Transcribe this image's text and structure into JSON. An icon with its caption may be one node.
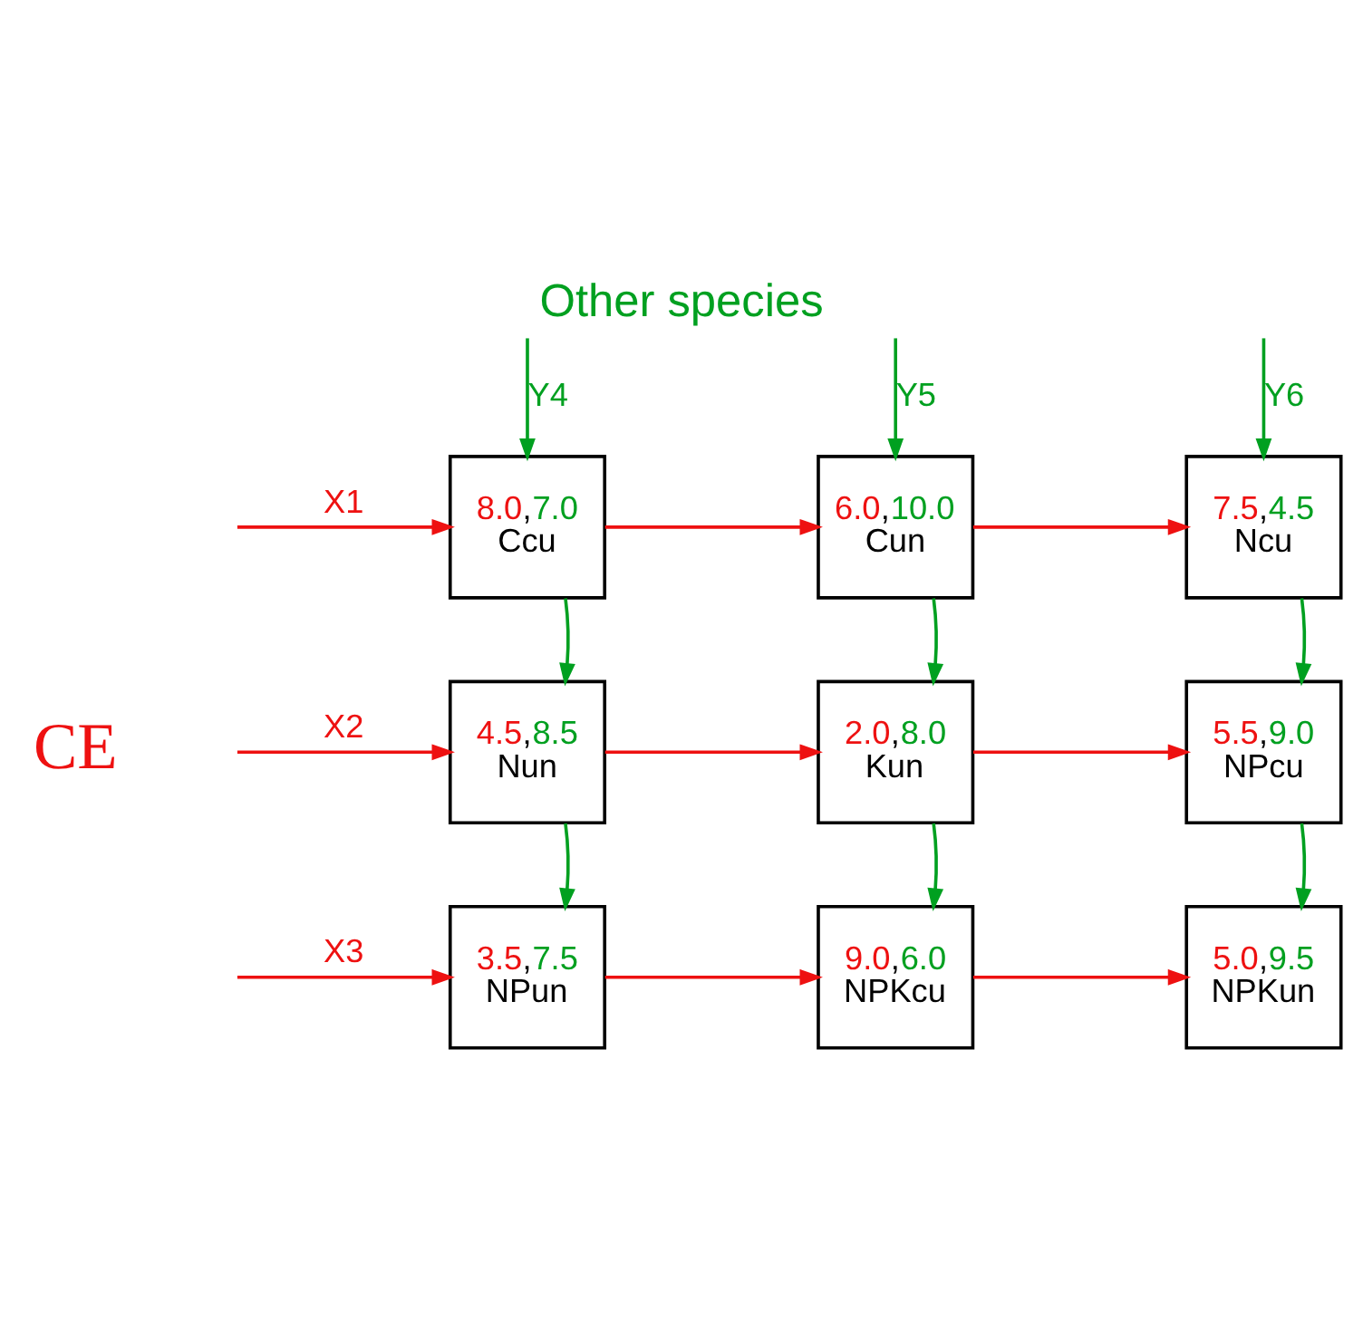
{
  "diagram": {
    "title": "Other species",
    "nodes": [
      {
        "text": [
          "8.0,7.0",
          "Ccu"
        ]
      },
      {
        "text": [
          "6.0,10.0",
          "Cun"
        ]
      },
      {
        "text": [
          "7.5,4.5",
          "Ncu"
        ]
      },
      {
        "text": [
          "4.5,8.5",
          "Nun"
        ]
      },
      {
        "text": [
          "2.0,8.0",
          "Kun"
        ]
      },
      {
        "text": [
          "5.5,9.0",
          "NPcu"
        ]
      },
      {
        "text": [
          "3.5,7.5",
          "NPun"
        ]
      },
      {
        "text": [
          "9.0,6.0",
          "NPKcu"
        ]
      },
      {
        "text": [
          "5.0,9.5",
          "NPKun"
        ]
      }
    ],
    "edges": [
      {
        "from": null,
        "to": 0,
        "arrow": "to",
        "label": "X1",
        "color": "#ee1111"
      },
      {
        "from": null,
        "to": 1,
        "arrow": "to",
        "label": "Y5",
        "color": "#00a020"
      },
      {
        "from": null,
        "to": 2,
        "arrow": "to",
        "label": "Y6",
        "color": "#00a020"
      },
      {
        "from": null,
        "to": 0,
        "arrow": "to",
        "label": "Y4",
        "color": "#00a020"
      },
      {
        "from": 0,
        "to": 1,
        "arrow": "to",
        "color": "#ee1111"
      },
      {
        "from": 1,
        "to": 2,
        "arrow": "to",
        "color": "#ee1111"
      },
      {
        "from": 0,
        "to": 3,
        "arrow": "to",
        "color": "#00a020"
      },
      {
        "from": 1,
        "to": 4,
        "arrow": "to",
        "color": "#00a020"
      },
      {
        "from": 2,
        "to": 5,
        "arrow": "to",
        "color": "#00a020"
      },
      {
        "from": null,
        "to": 3,
        "arrow": "to",
        "label": "X2",
        "color": "#ee1111"
      },
      {
        "from": 3,
        "to": 4,
        "arrow": "to",
        "color": "#ee1111"
      },
      {
        "from": 4,
        "to": 5,
        "arrow": "to",
        "color": "#ee1111"
      },
      {
        "from": 3,
        "to": 6,
        "arrow": "to",
        "color": "#00a020"
      },
      {
        "from": 4,
        "to": 7,
        "arrow": "to",
        "color": "#00a020"
      },
      {
        "from": 5,
        "to": 8,
        "arrow": "to",
        "color": "#00a020"
      },
      {
        "from": null,
        "to": 6,
        "arrow": "to",
        "label": "X3",
        "color": "#ee1111"
      },
      {
        "from": 6,
        "to": 7,
        "arrow": "to",
        "color": "#ee1111"
      },
      {
        "from": 7,
        "to": 8,
        "arrow": "to",
        "color": "#ee1111"
      }
    ],
    "labels": [
      "CE"
    ]
  }
}
